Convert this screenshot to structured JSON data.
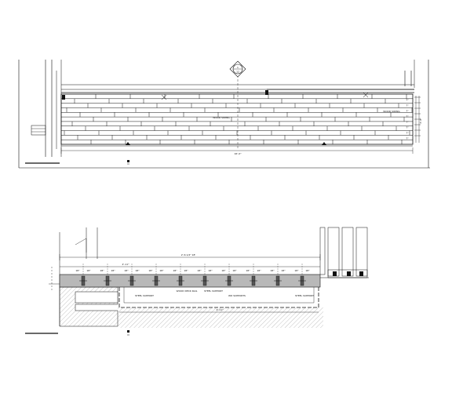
{
  "elevation": {
    "section_marker_top": "1",
    "section_marker_bottom": "12",
    "overall_width_dim": "16'-0\"",
    "center_label": "WOOD SIDING",
    "right_label": "WOOD SIDING",
    "right_dims": [
      "7\"",
      "7\"",
      "7\"",
      "7\"",
      "7\"",
      "7\"",
      "7\"",
      "7\""
    ],
    "height_dim": "4'-6\""
  },
  "plan": {
    "overall_dim": "2'-6 1/2\"  18'",
    "span_dim": "2'-11\"",
    "spacing_labels": [
      "18\"",
      "18\"",
      "18\"",
      "18\"",
      "18\"",
      "18\"",
      "18\"",
      "18\"",
      "18\"",
      "18\"",
      "18\"",
      "18\"",
      "18\"",
      "18\"",
      "18\"",
      "18\""
    ],
    "support_labels": [
      "STEEL SUPPORT",
      "WOOD DECK RAIL",
      "STEEL SUPPORT",
      "WD SUPPORTS",
      "STEEL SUPPORT"
    ],
    "bottom_dim": "2'-11\""
  },
  "colors": {
    "line": "#111111",
    "hatch": "#888888",
    "slab": "#b8b8b8",
    "paper": "#ffffff"
  }
}
